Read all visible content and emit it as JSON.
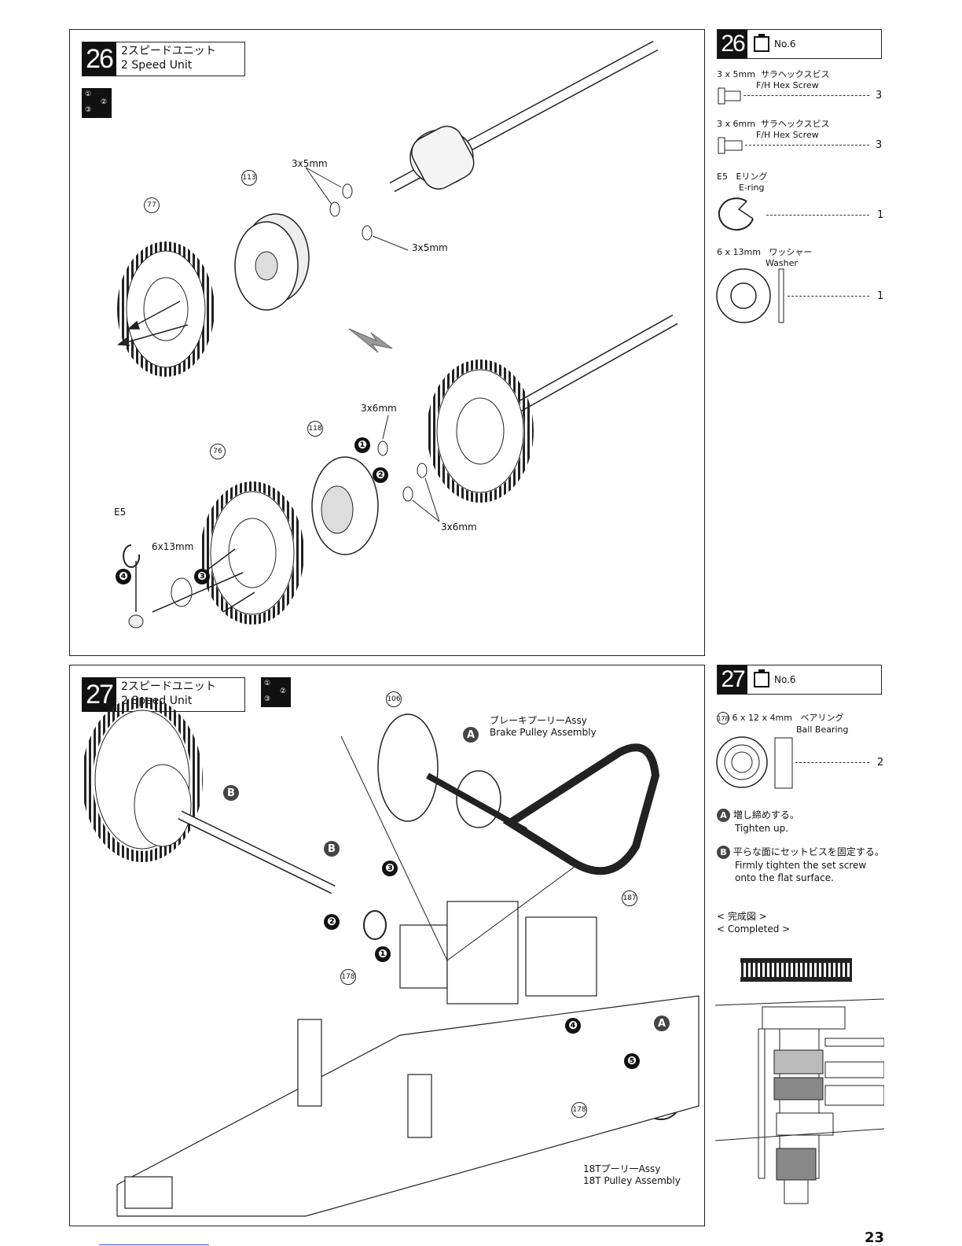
{
  "step26": {
    "number": "26",
    "title_jp": "2スピードユニット",
    "title_en": "2 Speed Unit",
    "seq_icon": [
      "①",
      "②",
      "③"
    ],
    "labels": {
      "screw_top_1": "3x5mm",
      "screw_top_2": "3x5mm",
      "screw_mid": "3x6mm",
      "screw_low": "3x6mm",
      "ering": "E5",
      "washer": "6x13mm"
    },
    "part_refs": [
      "113",
      "77",
      "118",
      "76"
    ],
    "steps": [
      "❶",
      "❷",
      "❸",
      "❹"
    ]
  },
  "step27": {
    "number": "27",
    "title_jp": "2スピードユニット",
    "title_en": "2 Speed Unit",
    "seq_icon": [
      "①",
      "②",
      "③"
    ],
    "brake_pulley_jp": "ブレーキプーリーAssy",
    "brake_pulley_en": "Brake Pulley Assembly",
    "pulley18_jp": "18Tプーリ一Assy",
    "pulley18_en": "18T Pulley Assembly",
    "part_refs": [
      "106",
      "187",
      "178",
      "178"
    ],
    "letters": [
      "A",
      "B",
      "B",
      "A"
    ],
    "steps": [
      "❶",
      "❷",
      "❸",
      "❹",
      "❺"
    ]
  },
  "side26": {
    "number": "26",
    "bag": "No.6",
    "items": [
      {
        "size": "3 x 5mm",
        "jp": "サラヘックスビス",
        "en": "F/H Hex Screw",
        "qty": "3"
      },
      {
        "size": "3 x 6mm",
        "jp": "サラヘックスビス",
        "en": "F/H Hex Screw",
        "qty": "3"
      },
      {
        "size": "E5",
        "jp": "Eリング",
        "en": "E-ring",
        "qty": "1"
      },
      {
        "size": "6 x 13mm",
        "jp": "ワッシャー",
        "en": "Washer",
        "qty": "1"
      }
    ]
  },
  "side27": {
    "number": "27",
    "bag": "No.6",
    "bearing_ref": "178",
    "bearing_size": "6 x 12 x 4mm",
    "bearing_jp": "ベアリング",
    "bearing_en": "Ball Bearing",
    "bearing_qty": "2",
    "note_a_letter": "A",
    "note_a_jp": "増し締めする。",
    "note_a_en": "Tighten up.",
    "note_b_letter": "B",
    "note_b_jp": "平らな面にセットビスを固定する。",
    "note_b_en": "Firmly tighten the set screw onto the flat surface.",
    "completed_jp": "< 完成図 >",
    "completed_en": "< Completed >"
  },
  "page_number": "23"
}
